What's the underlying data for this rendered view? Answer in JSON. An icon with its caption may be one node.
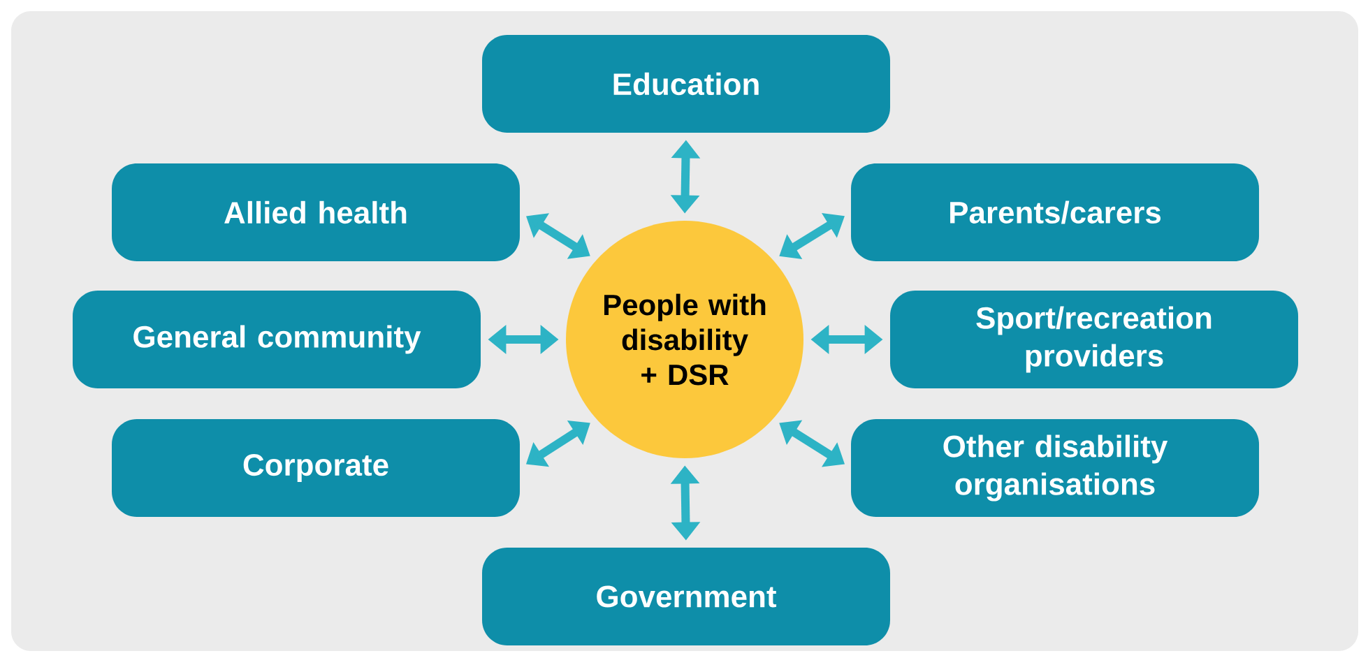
{
  "diagram": {
    "nodes": [
      {
        "text": [
          "Education"
        ]
      },
      {
        "text": [
          "Allied health"
        ]
      },
      {
        "text": [
          "Parents/carers"
        ]
      },
      {
        "text": [
          "General community"
        ]
      },
      {
        "text": [
          "People with disability + DSR"
        ]
      },
      {
        "text": [
          "Sport/recreation providers"
        ]
      },
      {
        "text": [
          "Corporate"
        ]
      },
      {
        "text": [
          "Other disability organisations"
        ]
      },
      {
        "text": [
          "Government"
        ]
      }
    ],
    "edges": [
      {
        "from": 4,
        "to": 0,
        "arrow": "both"
      },
      {
        "from": 4,
        "to": 1,
        "arrow": "both"
      },
      {
        "from": 4,
        "to": 2,
        "arrow": "both"
      },
      {
        "from": 4,
        "to": 3,
        "arrow": "both"
      },
      {
        "from": 4,
        "to": 5,
        "arrow": "both"
      },
      {
        "from": 4,
        "to": 6,
        "arrow": "both"
      },
      {
        "from": 4,
        "to": 7,
        "arrow": "both"
      },
      {
        "from": 4,
        "to": 8,
        "arrow": "both"
      }
    ]
  }
}
